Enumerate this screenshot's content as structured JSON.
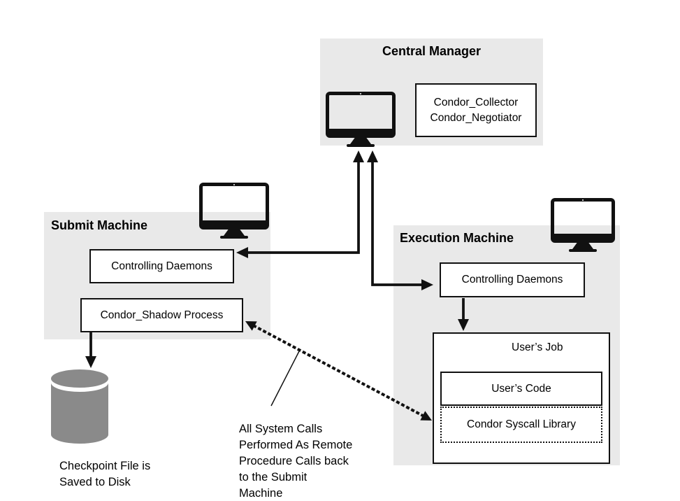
{
  "colors": {
    "panel_gray": "#e9e9e9",
    "disk_gray": "#8a8a8a",
    "ink": "#111111"
  },
  "central_manager": {
    "title": "Central Manager",
    "services_line1": "Condor_Collector",
    "services_line2": "Condor_Negotiator"
  },
  "submit_machine": {
    "title": "Submit Machine",
    "controlling_daemons_label": "Controlling Daemons",
    "shadow_process_label": "Condor_Shadow Process"
  },
  "execution_machine": {
    "title": "Execution Machine",
    "controlling_daemons_label": "Controlling Daemons",
    "users_job_label": "User’s Job",
    "users_code_label": "User’s Code",
    "syscall_library_label": "Condor Syscall Library"
  },
  "annotations": {
    "checkpoint_line1": "Checkpoint File is",
    "checkpoint_line2": "Saved to Disk",
    "rpc_note_lines": [
      "All System Calls",
      "Performed As Remote",
      "Procedure Calls back",
      "to the Submit",
      "Machine"
    ]
  }
}
